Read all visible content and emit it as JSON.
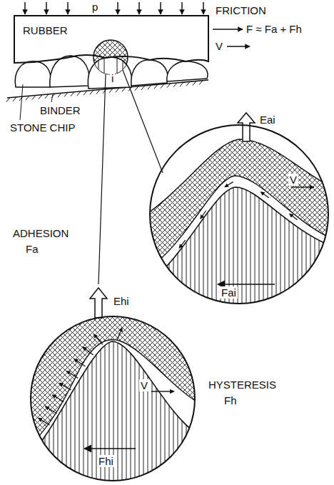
{
  "diagram": {
    "nodes": [
      {
        "text": [
          "RUBBER"
        ]
      },
      {
        "text": [
          "Eai",
          "V",
          "Fai"
        ]
      },
      {
        "text": [
          "Ehi",
          "V",
          "Fhi"
        ]
      }
    ],
    "labels": [
      "p",
      "FRICTION",
      "F ≈ Fa + Fh",
      "V",
      "i",
      "BINDER",
      "STONE CHIP",
      "ADHESION",
      "Fa",
      "HYSTERESIS",
      "Fh"
    ]
  }
}
